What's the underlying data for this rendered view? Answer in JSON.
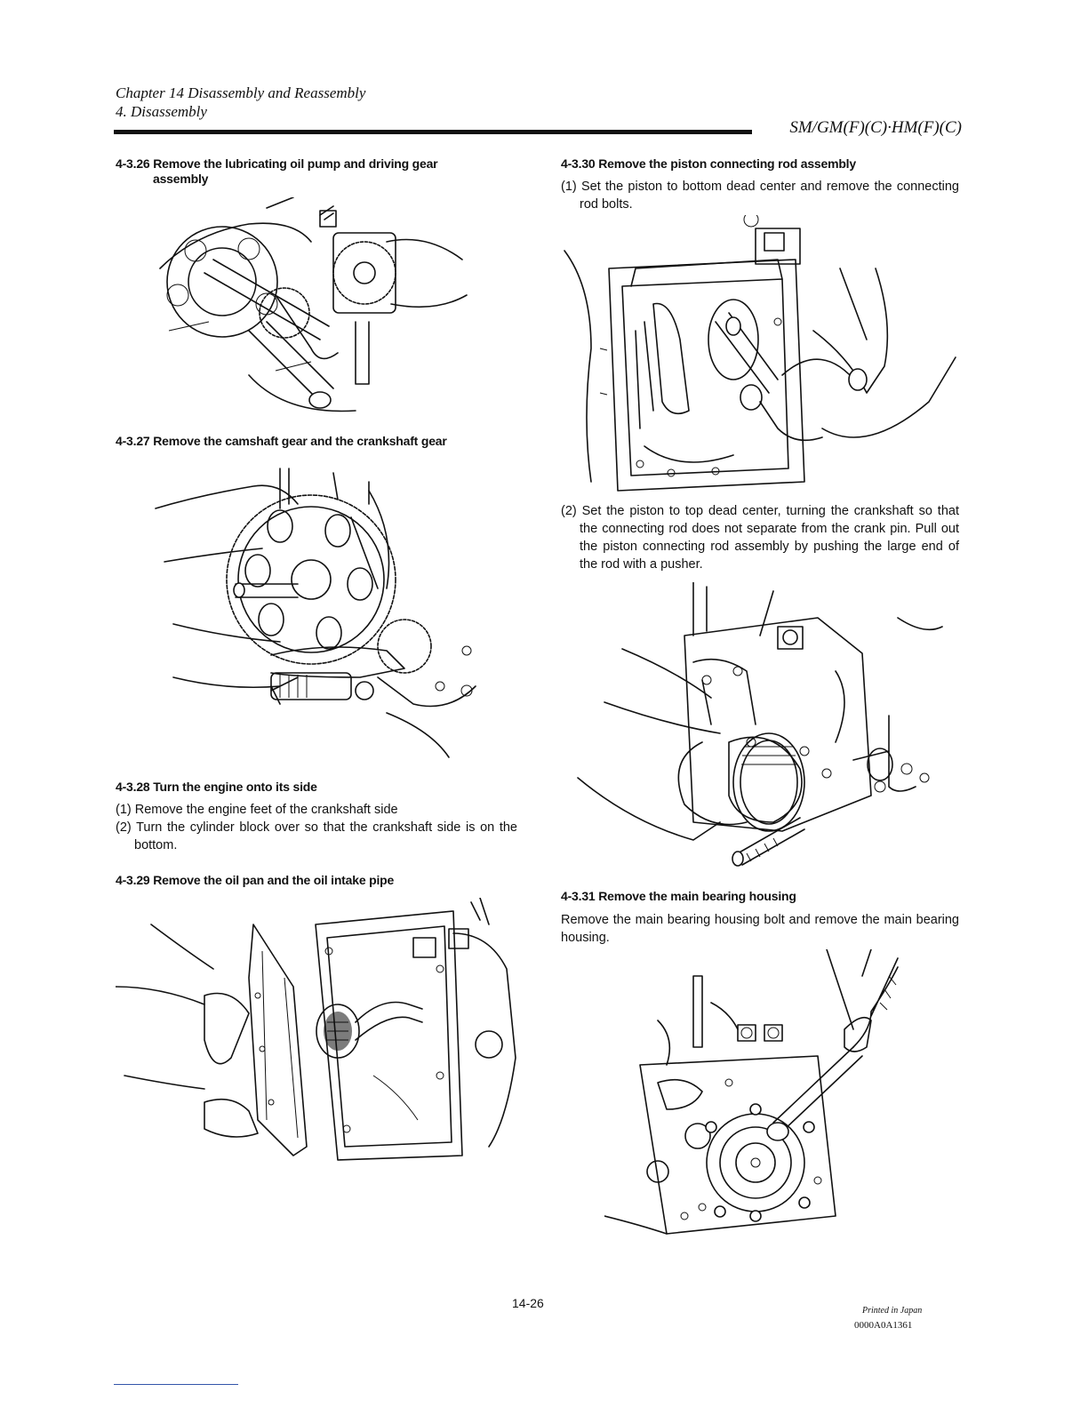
{
  "header": {
    "chapter": "Chapter 14 Disassembly and Reassembly",
    "section": "4. Disassembly",
    "models": "SM/GM(F)(C)·HM(F)(C)"
  },
  "sections": {
    "s26": {
      "number": "4-3.26",
      "title_line1": "Remove the lubricating oil pump and driving gear",
      "title_line2": "assembly"
    },
    "s27": {
      "number": "4-3.27",
      "title": "Remove the camshaft gear and the crankshaft gear"
    },
    "s28": {
      "number": "4-3.28",
      "title": "Turn the engine onto its side",
      "step1": "(1) Remove the engine feet of the crankshaft side",
      "step2": "(2) Turn the cylinder block over so that the crankshaft side is on the bottom."
    },
    "s29": {
      "number": "4-3.29",
      "title": "Remove the oil pan and the oil intake pipe"
    },
    "s30": {
      "number": "4-3.30",
      "title": "Remove the piston connecting rod assembly",
      "step1": "(1) Set the piston to bottom dead center and remove the connecting rod bolts.",
      "step2": "(2) Set the piston to top dead center, turning the crankshaft so that the connecting rod does not separate from the crank pin. Pull out the piston connecting rod assembly by pushing the large end of the rod with a pusher."
    },
    "s31": {
      "number": "4-3.31",
      "title": "Remove the main bearing housing",
      "body": "Remove the main bearing housing bolt and remove the main bearing housing."
    }
  },
  "footer": {
    "page_number": "14-26",
    "printed": "Printed in Japan",
    "code": "0000A0A1361"
  }
}
